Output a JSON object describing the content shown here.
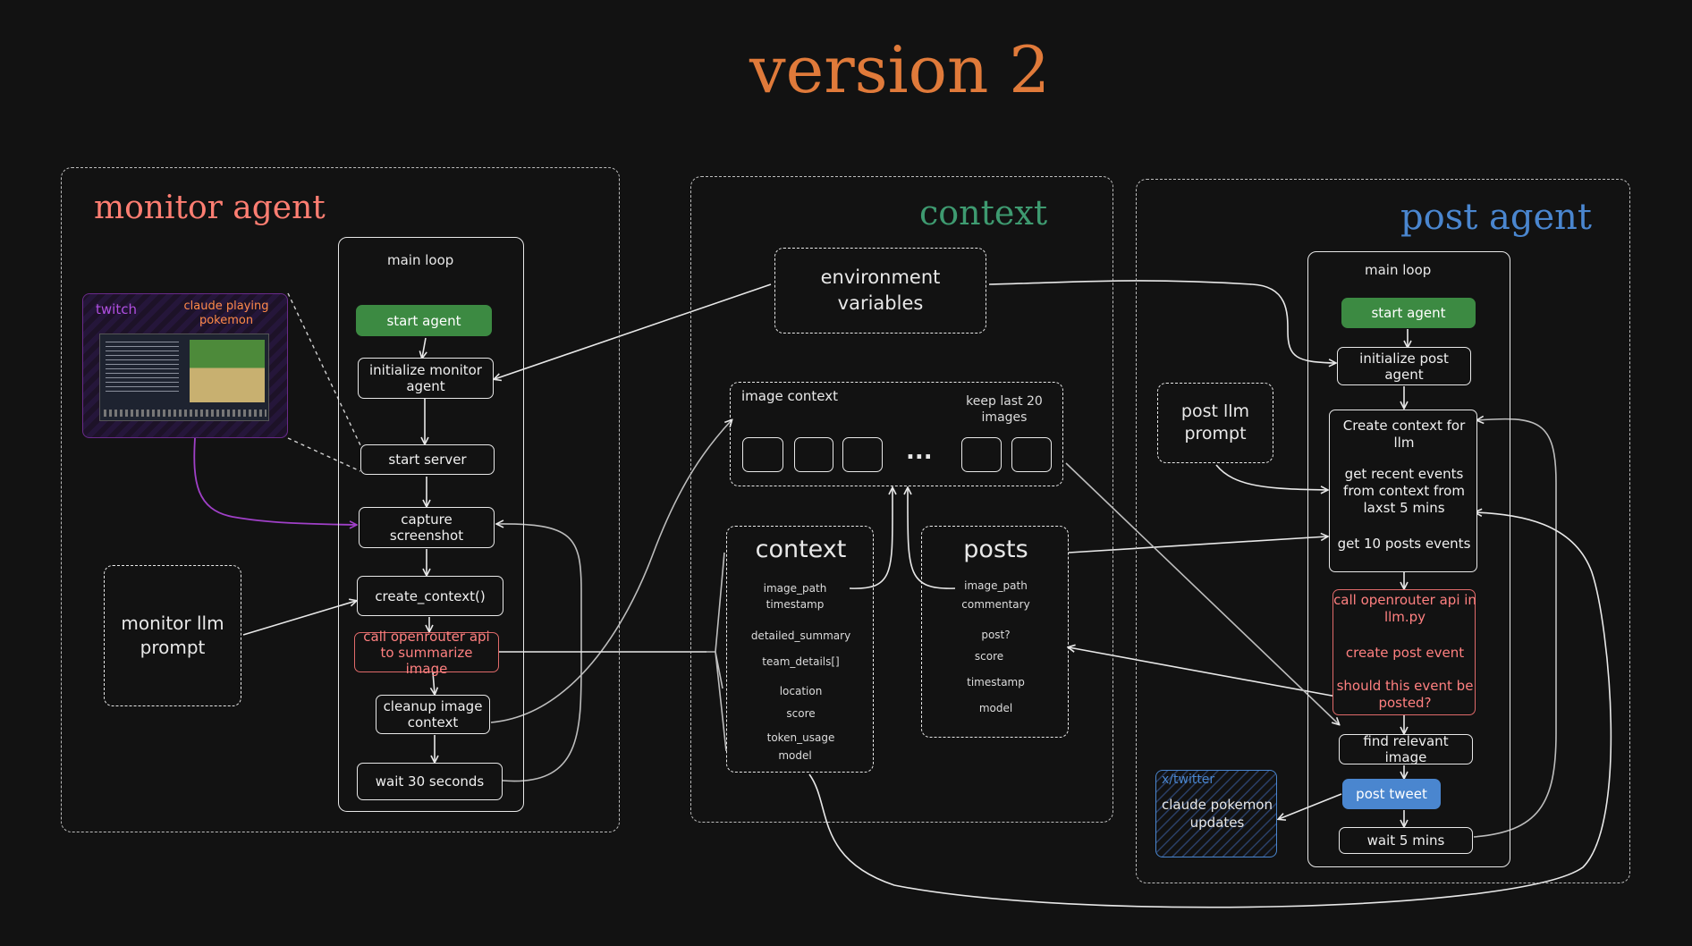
{
  "title": "version 2",
  "colors": {
    "background": "#121212",
    "title": "#e07a3a",
    "monitor_heading": "#ff7e72",
    "context_heading": "#3e9a70",
    "post_heading": "#4a86cf",
    "green_node": "#3c8a42",
    "blue_node": "#4a86cf",
    "red_text": "#ff8080",
    "purple_arrow": "#a040c8"
  },
  "monitor_agent": {
    "heading": "monitor agent",
    "twitch_card": {
      "label": "twitch",
      "caption": "claude playing pokemon",
      "icon": "twitch-stream-screenshot-thumbnail"
    },
    "prompt_box": "monitor llm prompt",
    "main_loop": {
      "label": "main loop",
      "steps": {
        "start_agent": "start agent",
        "initialize": "initialize monitor agent",
        "start_server": "start server",
        "capture": "capture screenshot",
        "create_context": "create_context()",
        "call_api": "call openrouter api to summarize image",
        "cleanup": "cleanup image context",
        "wait": "wait 30 seconds"
      }
    }
  },
  "context": {
    "heading": "context",
    "env_vars": "environment variables",
    "image_context": {
      "label": "image context",
      "note": "keep last 20 images",
      "ellipsis": "..."
    },
    "context_store": {
      "title": "context",
      "fields": [
        "image_path",
        "timestamp",
        "detailed_summary",
        "team_details[]",
        "location",
        "score",
        "token_usage",
        "model"
      ]
    },
    "posts_store": {
      "title": "posts",
      "fields": [
        "image_path",
        "commentary",
        "post?",
        "score",
        "timestamp",
        "model"
      ]
    }
  },
  "post_agent": {
    "heading": "post agent",
    "prompt_box": "post llm prompt",
    "twitter_card": {
      "label": "x/twitter",
      "text": "claude pokemon updates"
    },
    "main_loop": {
      "label": "main loop",
      "steps": {
        "start_agent": "start agent",
        "initialize": "initialize post agent",
        "create_context": "Create context for llm",
        "recent_events": "get recent events from context from laxst 5 mins",
        "posts_events": "get 10 posts events",
        "call_api": "call openrouter api in llm.py",
        "create_post": "create post event",
        "should_post": "should this event be posted?",
        "find_image": "find relevant image",
        "post_tweet": "post tweet",
        "wait": "wait 5 mins"
      }
    }
  }
}
